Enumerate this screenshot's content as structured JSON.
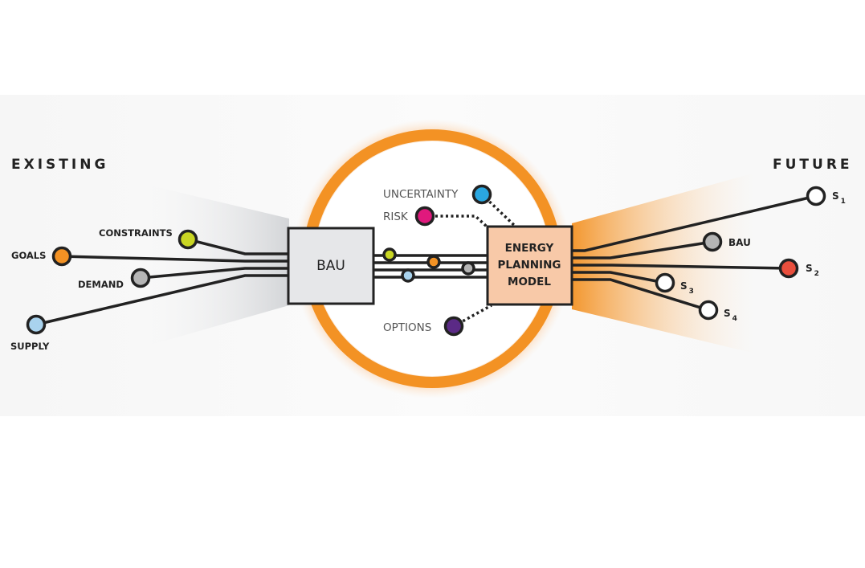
{
  "headers": {
    "existing": "EXISTING",
    "future": "FUTURE"
  },
  "inputs": {
    "constraints": {
      "label": "CONSTRAINTS",
      "color": "#c9d623"
    },
    "goals": {
      "label": "GOALS",
      "color": "#f39224"
    },
    "demand": {
      "label": "DEMAND",
      "color": "#b5b5b5"
    },
    "supply": {
      "label": "SUPPLY",
      "color": "#a9d3ee"
    }
  },
  "bau_box": {
    "label": "BAU",
    "color": "#e6e7e9"
  },
  "model_box": {
    "lines": [
      "ENERGY",
      "PLANNING",
      "MODEL"
    ],
    "color": "#f8c9a8"
  },
  "factors": {
    "uncertainty": {
      "label": "UNCERTAINTY",
      "color": "#2aa7e1"
    },
    "risk": {
      "label": "RISK",
      "color": "#e0197d"
    },
    "options": {
      "label": "OPTIONS",
      "color": "#5b2a86"
    }
  },
  "wire_dots": [
    "#c9d623",
    "#f39224",
    "#b5b5b5",
    "#a9d3ee"
  ],
  "outputs": {
    "s1": {
      "label": "S",
      "sub": "1",
      "color": "#ffffff"
    },
    "bau": {
      "label": "BAU",
      "color": "#b5b5b5"
    },
    "s2": {
      "label": "S",
      "sub": "2",
      "color": "#e94f3d"
    },
    "s3": {
      "label": "S",
      "sub": "3",
      "color": "#ffffff"
    },
    "s4": {
      "label": "S",
      "sub": "4",
      "color": "#ffffff"
    }
  },
  "accent": "#f39224"
}
